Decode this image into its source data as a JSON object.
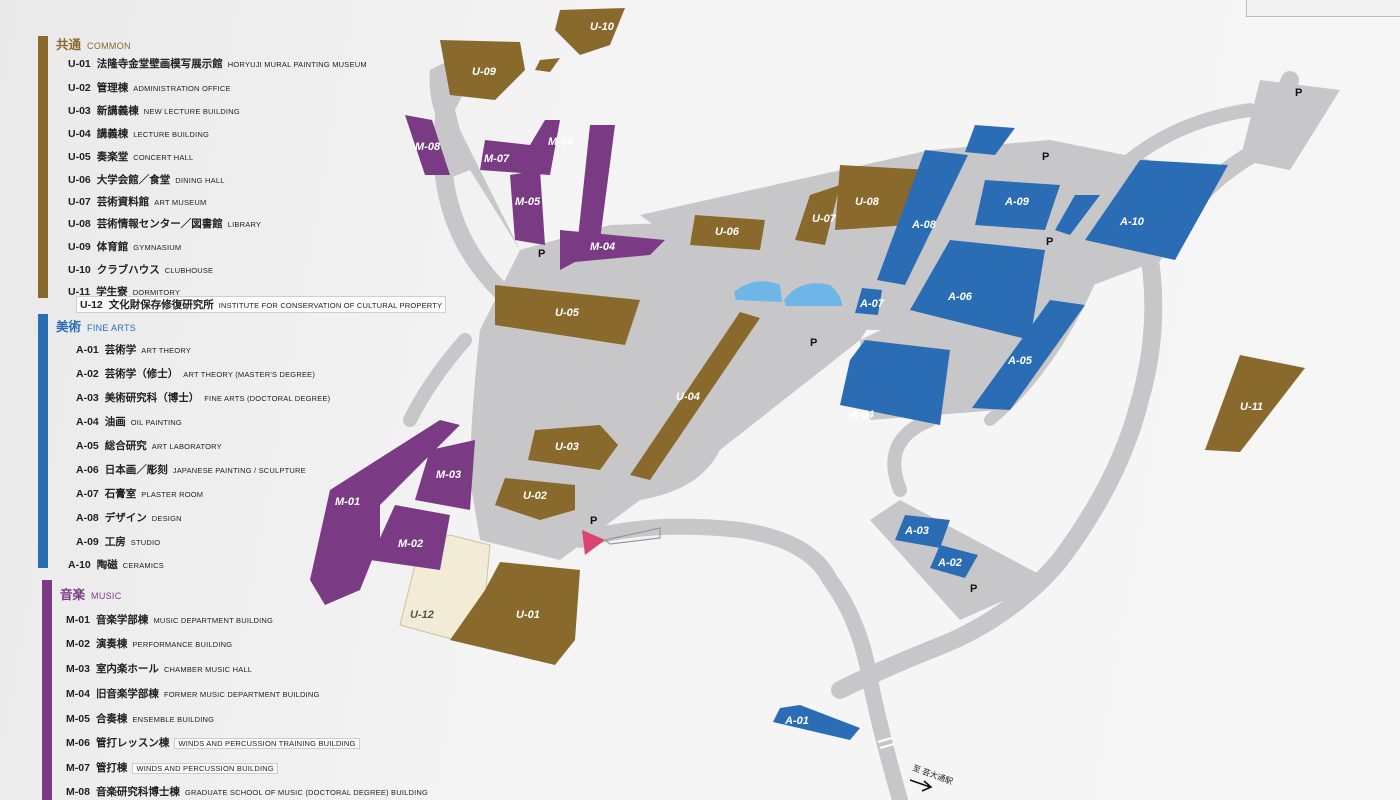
{
  "colors": {
    "common": "#8a6a2c",
    "fine_arts": "#2a6db5",
    "music": "#7a3b84",
    "road": "#c7c7c9",
    "water": "#6eb6e8",
    "label_common": "#8a6a2c",
    "label_fine": "#2a6db5",
    "label_music": "#7a3b84"
  },
  "legend": {
    "sections": [
      {
        "jp": "共通",
        "en": "COMMON",
        "items": [
          {
            "code": "U-01",
            "jp": "法隆寺金堂壁画模写展示館",
            "en": "HORYUJI MURAL PAINTING MUSEUM"
          },
          {
            "code": "U-02",
            "jp": "管理棟",
            "en": "ADMINISTRATION OFFICE"
          },
          {
            "code": "U-03",
            "jp": "新講義棟",
            "en": "NEW LECTURE BUILDING"
          },
          {
            "code": "U-04",
            "jp": "講義棟",
            "en": "LECTURE BUILDING"
          },
          {
            "code": "U-05",
            "jp": "奏楽堂",
            "en": "CONCERT HALL"
          },
          {
            "code": "U-06",
            "jp": "大学会館／食堂",
            "en": "DINING HALL"
          },
          {
            "code": "U-07",
            "jp": "芸術資料館",
            "en": "ART MUSEUM"
          },
          {
            "code": "U-08",
            "jp": "芸術情報センター／図書館",
            "en": "LIBRARY"
          },
          {
            "code": "U-09",
            "jp": "体育館",
            "en": "GYMNASIUM"
          },
          {
            "code": "U-10",
            "jp": "クラブハウス",
            "en": "CLUBHOUSE"
          },
          {
            "code": "U-11",
            "jp": "学生寮",
            "en": "DORMITORY"
          },
          {
            "code": "U-12",
            "jp": "文化財保存修復研究所",
            "en": "INSTITUTE FOR CONSERVATION OF CULTURAL PROPERTY"
          }
        ]
      },
      {
        "jp": "美術",
        "en": "FINE ARTS",
        "items": [
          {
            "code": "A-01",
            "jp": "芸術学",
            "en": "ART THEORY"
          },
          {
            "code": "A-02",
            "jp": "芸術学（修士）",
            "en": "ART THEORY (MASTER'S DEGREE)"
          },
          {
            "code": "A-03",
            "jp": "美術研究科（博士）",
            "en": "FINE ARTS (DOCTORAL DEGREE)"
          },
          {
            "code": "A-04",
            "jp": "油画",
            "en": "OIL PAINTING"
          },
          {
            "code": "A-05",
            "jp": "総合研究",
            "en": "ART LABORATORY"
          },
          {
            "code": "A-06",
            "jp": "日本画／彫刻",
            "en": "JAPANESE PAINTING / SCULPTURE"
          },
          {
            "code": "A-07",
            "jp": "石膏室",
            "en": "PLASTER ROOM"
          },
          {
            "code": "A-08",
            "jp": "デザイン",
            "en": "DESIGN"
          },
          {
            "code": "A-09",
            "jp": "工房",
            "en": "STUDIO"
          },
          {
            "code": "A-10",
            "jp": "陶磁",
            "en": "CERAMICS"
          }
        ]
      },
      {
        "jp": "音楽",
        "en": "MUSIC",
        "items": [
          {
            "code": "M-01",
            "jp": "音楽学部棟",
            "en": "MUSIC DEPARTMENT BUILDING"
          },
          {
            "code": "M-02",
            "jp": "演奏棟",
            "en": "PERFORMANCE BUILDING"
          },
          {
            "code": "M-03",
            "jp": "室内楽ホール",
            "en": "CHAMBER MUSIC HALL"
          },
          {
            "code": "M-04",
            "jp": "旧音楽学部棟",
            "en": "FORMER MUSIC DEPARTMENT BUILDING"
          },
          {
            "code": "M-05",
            "jp": "合奏棟",
            "en": "ENSEMBLE BUILDING"
          },
          {
            "code": "M-06",
            "jp": "管打レッスン棟",
            "en": "WINDS AND PERCUSSION TRAINING BUILDING"
          },
          {
            "code": "M-07",
            "jp": "管打棟",
            "en": "WINDS AND PERCUSSION BUILDING"
          },
          {
            "code": "M-08",
            "jp": "音楽研究科博士棟",
            "en": "GRADUATE SCHOOL OF MUSIC (DOCTORAL DEGREE) BUILDING"
          }
        ]
      }
    ]
  },
  "map": {
    "buildings": {
      "U-01": "U-01",
      "U-02": "U-02",
      "U-03": "U-03",
      "U-04": "U-04",
      "U-05": "U-05",
      "U-06": "U-06",
      "U-07": "U-07",
      "U-08": "U-08",
      "U-09": "U-09",
      "U-10": "U-10",
      "U-11": "U-11",
      "U-12": "U-12",
      "A-01": "A-01",
      "A-02": "A-02",
      "A-03": "A-03",
      "A-04": "A-04",
      "A-05": "A-05",
      "A-06": "A-06",
      "A-07": "A-07",
      "A-08": "A-08",
      "A-09": "A-09",
      "A-10": "A-10",
      "M-01": "M-01",
      "M-02": "M-02",
      "M-03": "M-03",
      "M-04": "M-04",
      "M-05": "M-05",
      "M-06": "M-06",
      "M-07": "M-07",
      "M-08": "M-08"
    },
    "parking": "P",
    "station_direction": "至 芸大通駅",
    "icons": {
      "you_are_here": "current-location-icon",
      "arrow": "arrow-right-icon"
    }
  }
}
